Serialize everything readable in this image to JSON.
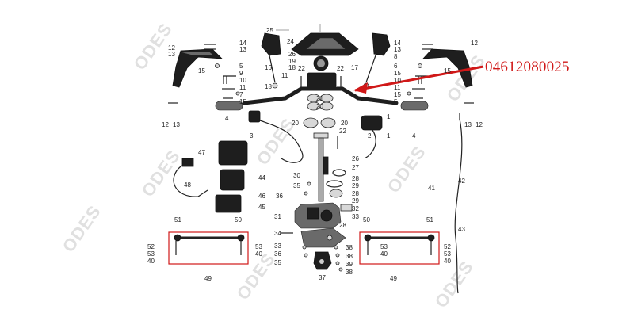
{
  "callout": {
    "part_number": "04612080025",
    "color": "#d01818"
  },
  "watermark": {
    "text": "ODES"
  },
  "highlight_color": "#d01818",
  "labels": {
    "l25": "25",
    "l24": "24",
    "l26a": "26",
    "l19": "19",
    "l18a": "18",
    "l17": "17",
    "l16": "16",
    "l22a": "22",
    "l11a": "11",
    "l22b": "22",
    "l18b": "18",
    "l21": "21",
    "l20a": "20",
    "l14a": "14",
    "l13a": "13",
    "l12a": "12",
    "l13b": "13",
    "l5a": "5",
    "l9": "9",
    "l10a": "10",
    "l11b": "11",
    "l7": "7",
    "l15a": "15",
    "l15b": "15",
    "l14b": "14",
    "l13c": "13",
    "l8": "8",
    "l12b": "12",
    "l6": "6",
    "l15c": "15",
    "l10b": "10",
    "l11c": "11",
    "l15d": "15",
    "l5b": "5",
    "l15e": "15",
    "l12c": "12",
    "l13d": "13",
    "l12d": "12",
    "l13e": "13",
    "l1a": "1",
    "l2": "2",
    "l3": "3",
    "l1b": "1",
    "l4a": "4",
    "l4b": "4",
    "l20b": "20",
    "l20c": "20",
    "l22c": "22",
    "l47": "47",
    "l48": "48",
    "l44": "44",
    "l46": "46",
    "l45": "45",
    "l30": "30",
    "l26b": "26",
    "l27": "27",
    "l28a": "28",
    "l29a": "29",
    "l28b": "28",
    "l29b": "29",
    "l35a": "35",
    "l36a": "36",
    "l31": "31",
    "l32": "32",
    "l33a": "33",
    "l28c": "28",
    "l34": "34",
    "l33b": "33",
    "l36b": "36",
    "l35b": "35",
    "l38a": "38",
    "l38b": "38",
    "l39": "39",
    "l38c": "38",
    "l37": "37",
    "l41": "41",
    "l42": "42",
    "l43": "43",
    "l51a": "51",
    "l50a": "50",
    "l52a": "52",
    "l53a": "53",
    "l40a": "40",
    "l53b": "53",
    "l40b": "40",
    "l49a": "49",
    "l50b": "50",
    "l51b": "51",
    "l53c": "53",
    "l40c": "40",
    "l52b": "52",
    "l53d": "53",
    "l40d": "40",
    "l49b": "49"
  }
}
